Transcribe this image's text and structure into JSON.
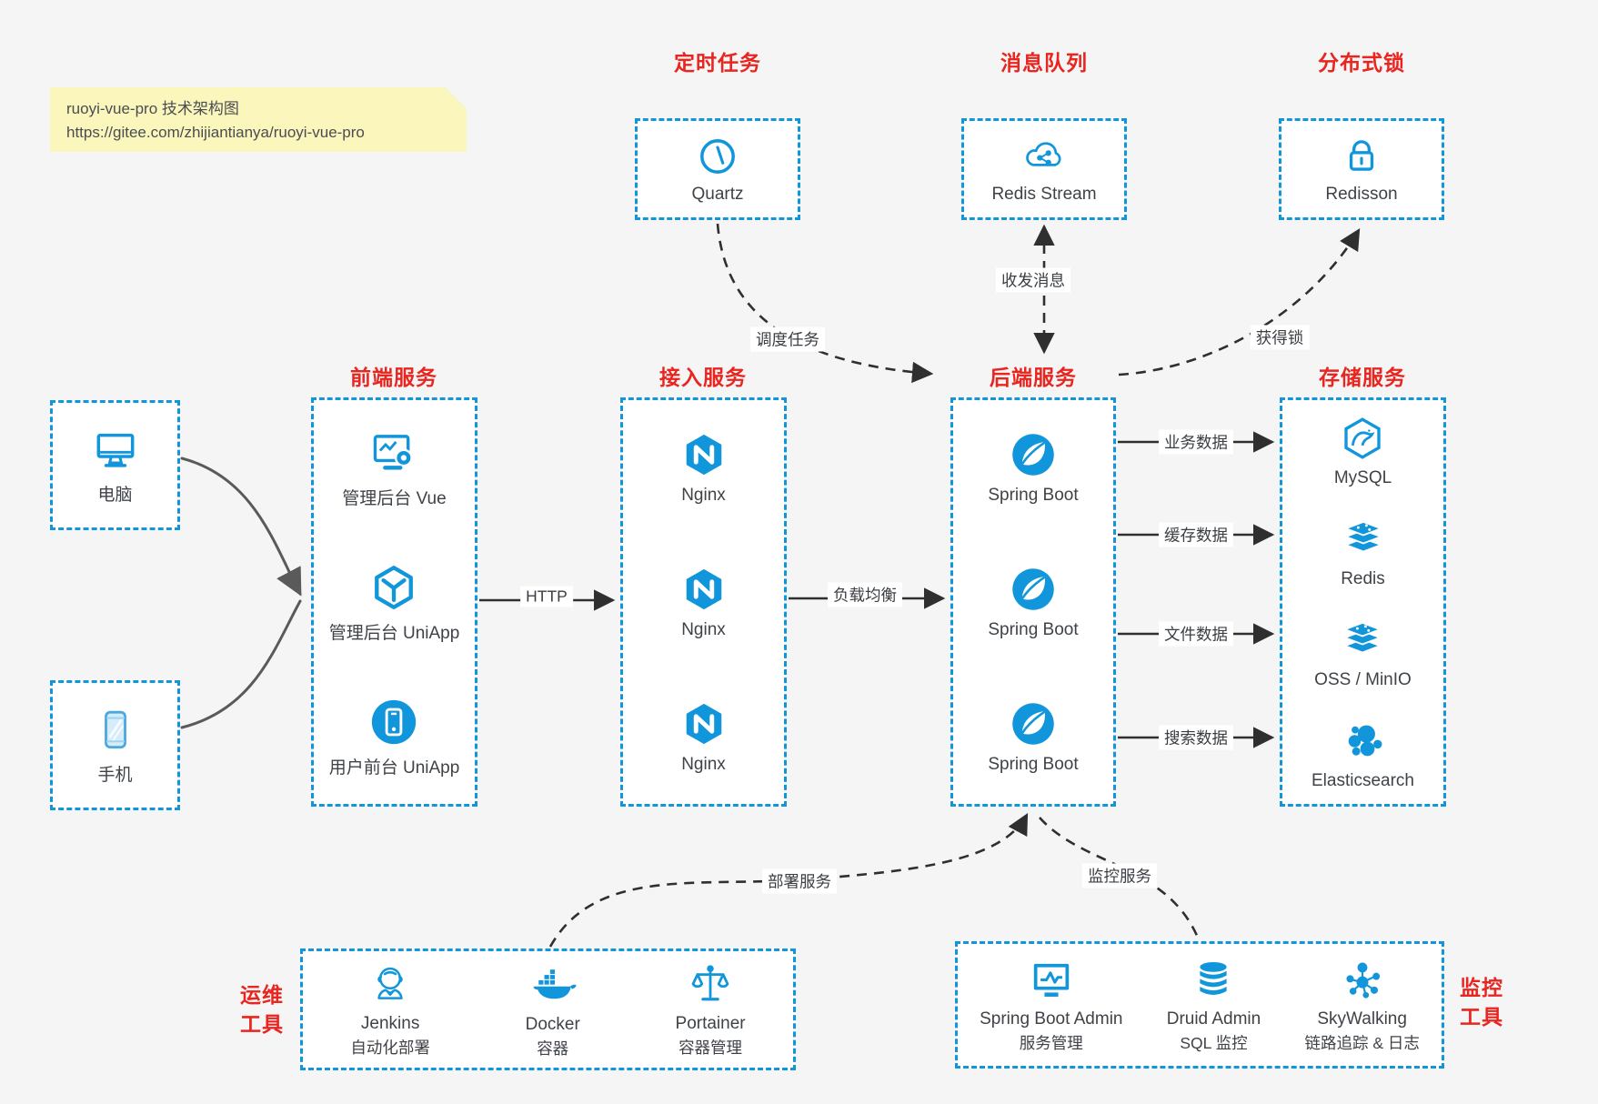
{
  "note": {
    "line1": "ruoyi-vue-pro 技术架构图",
    "line2": "https://gitee.com/zhijiantianya/ruoyi-vue-pro"
  },
  "colors": {
    "accent_blue": "#1296db",
    "title_red": "#e8251f",
    "wire_black": "#2f2f2f",
    "wire_gray": "#5a5a5a",
    "note_yellow": "#fbf6bb"
  },
  "clusters": {
    "scheduled": {
      "title": "定时任务",
      "items": [
        {
          "label": "Quartz",
          "icon": "clock-icon"
        }
      ]
    },
    "mq": {
      "title": "消息队列",
      "items": [
        {
          "label": "Redis Stream",
          "icon": "cloud-stream-icon"
        }
      ]
    },
    "lock": {
      "title": "分布式锁",
      "items": [
        {
          "label": "Redisson",
          "icon": "lock-icon"
        }
      ]
    },
    "clients": {
      "items": [
        {
          "label": "电脑",
          "icon": "desktop-icon"
        },
        {
          "label": "手机",
          "icon": "smartphone-icon"
        }
      ]
    },
    "frontend": {
      "title": "前端服务",
      "items": [
        {
          "label": "管理后台 Vue",
          "icon": "admin-vue-icon"
        },
        {
          "label": "管理后台 UniApp",
          "icon": "uniapp-cube-icon"
        },
        {
          "label": "用户前台 UniApp",
          "icon": "user-app-icon"
        }
      ]
    },
    "access": {
      "title": "接入服务",
      "items": [
        "Nginx",
        "Nginx",
        "Nginx"
      ]
    },
    "backend": {
      "title": "后端服务",
      "items": [
        "Spring Boot",
        "Spring Boot",
        "Spring Boot"
      ]
    },
    "storage": {
      "title": "存储服务",
      "items": [
        "MySQL",
        "Redis",
        "OSS / MinIO",
        "Elasticsearch"
      ]
    },
    "ops": {
      "title_line1": "运维",
      "title_line2": "工具",
      "items": [
        {
          "name": "Jenkins",
          "desc": "自动化部署",
          "icon": "jenkins-icon"
        },
        {
          "name": "Docker",
          "desc": "容器",
          "icon": "docker-icon"
        },
        {
          "name": "Portainer",
          "desc": "容器管理",
          "icon": "portainer-icon"
        }
      ]
    },
    "monitor": {
      "title_line1": "监控",
      "title_line2": "工具",
      "items": [
        {
          "name": "Spring Boot Admin",
          "desc": "服务管理",
          "icon": "monitor-pulse-icon"
        },
        {
          "name": "Druid Admin",
          "desc": "SQL 监控",
          "icon": "database-icon"
        },
        {
          "name": "SkyWalking",
          "desc": "链路追踪 & 日志",
          "icon": "topology-icon"
        }
      ]
    }
  },
  "edges": {
    "http": "HTTP",
    "load_balance": "负载均衡",
    "schedule_task": "调度任务",
    "send_receive_msg": "收发消息",
    "acquire_lock": "获得锁",
    "business_data": "业务数据",
    "cache_data": "缓存数据",
    "file_data": "文件数据",
    "search_data": "搜索数据",
    "deploy_service": "部署服务",
    "monitor_service": "监控服务"
  }
}
